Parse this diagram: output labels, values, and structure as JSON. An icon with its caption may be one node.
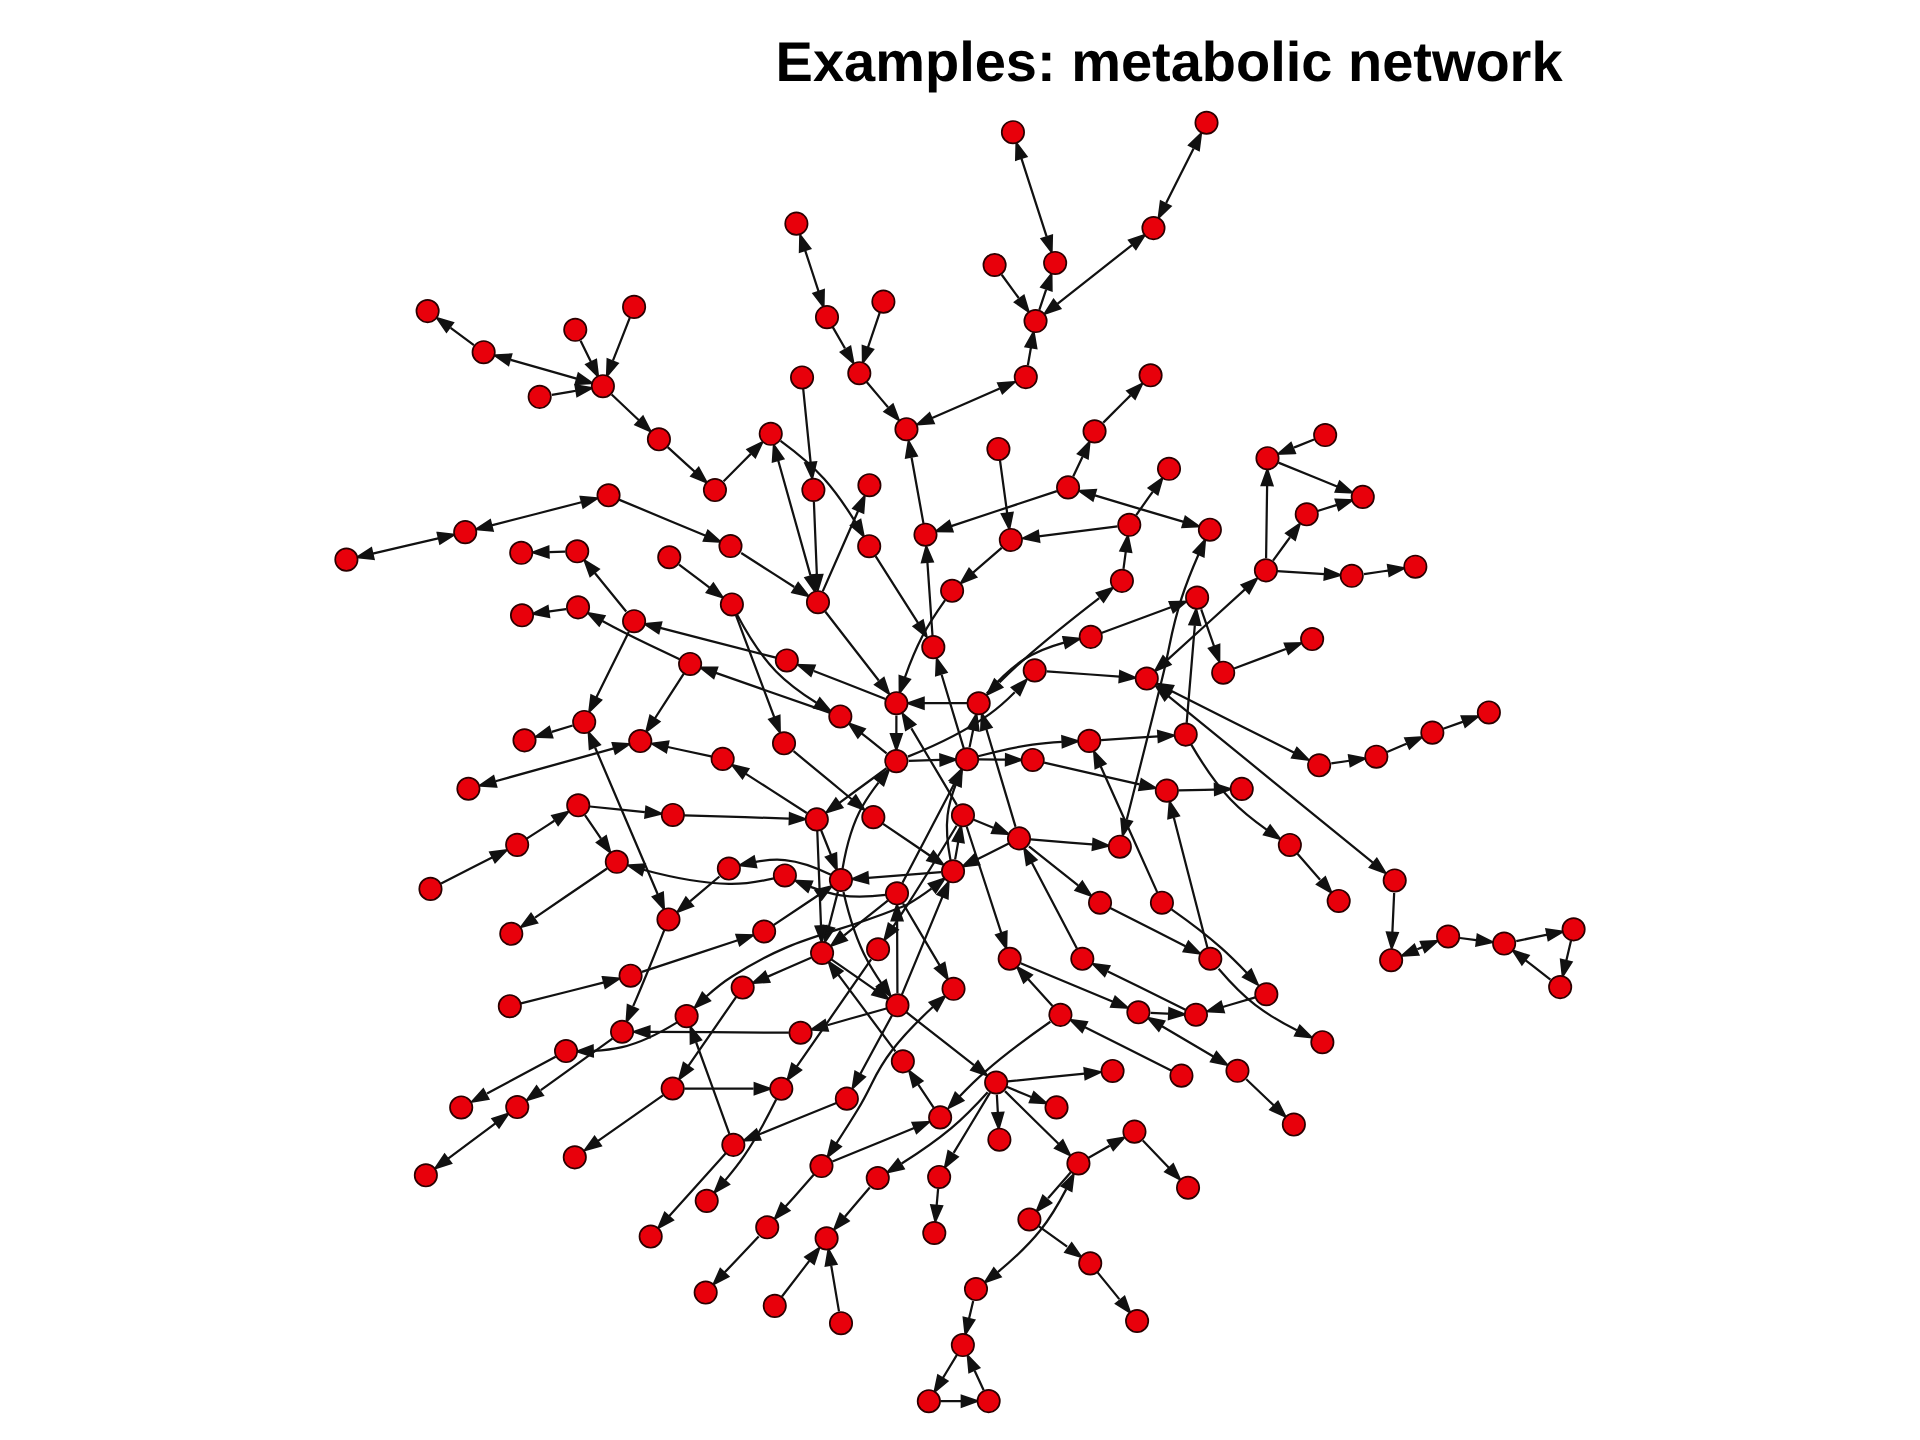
{
  "diagram": {
    "title": "Examples: metabolic network",
    "nodes": [
      {
        "text": [],
        "shape": "circle"
      },
      {
        "text": [],
        "shape": "circle"
      },
      {
        "text": [],
        "shape": "circle"
      },
      {
        "text": [],
        "shape": "circle"
      },
      {
        "text": [],
        "shape": "circle"
      },
      {
        "text": [],
        "shape": "circle"
      },
      {
        "text": [],
        "shape": "circle"
      },
      {
        "text": [],
        "shape": "circle"
      },
      {
        "text": [],
        "shape": "circle"
      },
      {
        "text": [],
        "shape": "circle"
      },
      {
        "text": [],
        "shape": "circle"
      },
      {
        "text": [],
        "shape": "circle"
      },
      {
        "text": [],
        "shape": "circle"
      },
      {
        "text": [],
        "shape": "circle"
      },
      {
        "text": [],
        "shape": "circle"
      },
      {
        "text": [],
        "shape": "circle"
      },
      {
        "text": [],
        "shape": "circle"
      },
      {
        "text": [],
        "shape": "circle"
      },
      {
        "text": [],
        "shape": "circle"
      },
      {
        "text": [],
        "shape": "circle"
      },
      {
        "text": [],
        "shape": "circle"
      },
      {
        "text": [],
        "shape": "circle"
      },
      {
        "text": [],
        "shape": "circle"
      },
      {
        "text": [],
        "shape": "circle"
      },
      {
        "text": [],
        "shape": "circle"
      },
      {
        "text": [],
        "shape": "circle"
      },
      {
        "text": [],
        "shape": "circle"
      },
      {
        "text": [],
        "shape": "circle"
      },
      {
        "text": [],
        "shape": "circle"
      },
      {
        "text": [],
        "shape": "circle"
      },
      {
        "text": [],
        "shape": "circle"
      },
      {
        "text": [],
        "shape": "circle"
      },
      {
        "text": [],
        "shape": "circle"
      },
      {
        "text": [],
        "shape": "circle"
      },
      {
        "text": [],
        "shape": "circle"
      },
      {
        "text": [],
        "shape": "circle"
      },
      {
        "text": [],
        "shape": "circle"
      },
      {
        "text": [],
        "shape": "circle"
      },
      {
        "text": [],
        "shape": "circle"
      },
      {
        "text": [],
        "shape": "circle"
      },
      {
        "text": [],
        "shape": "circle"
      },
      {
        "text": [],
        "shape": "circle"
      },
      {
        "text": [],
        "shape": "circle"
      },
      {
        "text": [],
        "shape": "circle"
      },
      {
        "text": [],
        "shape": "circle"
      },
      {
        "text": [],
        "shape": "circle"
      },
      {
        "text": [],
        "shape": "circle"
      },
      {
        "text": [],
        "shape": "circle"
      },
      {
        "text": [],
        "shape": "circle"
      },
      {
        "text": [],
        "shape": "circle"
      },
      {
        "text": [],
        "shape": "circle"
      },
      {
        "text": [],
        "shape": "circle"
      },
      {
        "text": [],
        "shape": "circle"
      },
      {
        "text": [],
        "shape": "circle"
      },
      {
        "text": [],
        "shape": "circle"
      },
      {
        "text": [],
        "shape": "circle"
      },
      {
        "text": [],
        "shape": "circle"
      },
      {
        "text": [],
        "shape": "circle"
      },
      {
        "text": [],
        "shape": "circle"
      },
      {
        "text": [],
        "shape": "circle"
      },
      {
        "text": [],
        "shape": "circle"
      },
      {
        "text": [],
        "shape": "circle"
      },
      {
        "text": [],
        "shape": "circle"
      },
      {
        "text": [],
        "shape": "circle"
      },
      {
        "text": [],
        "shape": "circle"
      },
      {
        "text": [],
        "shape": "circle"
      },
      {
        "text": [],
        "shape": "circle"
      },
      {
        "text": [],
        "shape": "circle"
      },
      {
        "text": [],
        "shape": "circle"
      },
      {
        "text": [],
        "shape": "circle"
      },
      {
        "text": [],
        "shape": "circle"
      },
      {
        "text": [],
        "shape": "circle"
      },
      {
        "text": [],
        "shape": "circle"
      },
      {
        "text": [],
        "shape": "circle"
      },
      {
        "text": [],
        "shape": "circle"
      },
      {
        "text": [],
        "shape": "circle"
      },
      {
        "text": [],
        "shape": "circle"
      },
      {
        "text": [],
        "shape": "circle"
      },
      {
        "text": [],
        "shape": "circle"
      },
      {
        "text": [],
        "shape": "circle"
      },
      {
        "text": [],
        "shape": "circle"
      },
      {
        "text": [],
        "shape": "circle"
      },
      {
        "text": [],
        "shape": "circle"
      },
      {
        "text": [],
        "shape": "circle"
      },
      {
        "text": [],
        "shape": "circle"
      },
      {
        "text": [],
        "shape": "circle"
      },
      {
        "text": [],
        "shape": "circle"
      },
      {
        "text": [],
        "shape": "circle"
      },
      {
        "text": [],
        "shape": "circle"
      },
      {
        "text": [],
        "shape": "circle"
      },
      {
        "text": [],
        "shape": "circle"
      },
      {
        "text": [],
        "shape": "circle"
      },
      {
        "text": [],
        "shape": "circle"
      },
      {
        "text": [],
        "shape": "circle"
      },
      {
        "text": [],
        "shape": "circle"
      },
      {
        "text": [],
        "shape": "circle"
      },
      {
        "text": [],
        "shape": "circle"
      },
      {
        "text": [],
        "shape": "circle"
      },
      {
        "text": [],
        "shape": "circle"
      },
      {
        "text": [],
        "shape": "circle"
      },
      {
        "text": [],
        "shape": "circle"
      },
      {
        "text": [],
        "shape": "circle"
      },
      {
        "text": [],
        "shape": "circle"
      },
      {
        "text": [],
        "shape": "circle"
      },
      {
        "text": [],
        "shape": "circle"
      },
      {
        "text": [],
        "shape": "circle"
      },
      {
        "text": [],
        "shape": "circle"
      },
      {
        "text": [],
        "shape": "circle"
      },
      {
        "text": [],
        "shape": "circle"
      },
      {
        "text": [],
        "shape": "circle"
      },
      {
        "text": [],
        "shape": "circle"
      },
      {
        "text": [],
        "shape": "circle"
      },
      {
        "text": [],
        "shape": "circle"
      },
      {
        "text": [],
        "shape": "circle"
      },
      {
        "text": [],
        "shape": "circle"
      },
      {
        "text": [],
        "shape": "circle"
      },
      {
        "text": [],
        "shape": "circle"
      },
      {
        "text": [],
        "shape": "circle"
      },
      {
        "text": [],
        "shape": "circle"
      },
      {
        "text": [],
        "shape": "circle"
      },
      {
        "text": [],
        "shape": "circle"
      },
      {
        "text": [],
        "shape": "circle"
      },
      {
        "text": [],
        "shape": "circle"
      },
      {
        "text": [],
        "shape": "circle"
      },
      {
        "text": [],
        "shape": "circle"
      },
      {
        "text": [],
        "shape": "circle"
      },
      {
        "text": [],
        "shape": "circle"
      },
      {
        "text": [],
        "shape": "circle"
      },
      {
        "text": [],
        "shape": "circle"
      },
      {
        "text": [],
        "shape": "circle"
      },
      {
        "text": [],
        "shape": "circle"
      },
      {
        "text": [],
        "shape": "circle"
      },
      {
        "text": [],
        "shape": "circle"
      },
      {
        "text": [],
        "shape": "circle"
      },
      {
        "text": [],
        "shape": "circle"
      },
      {
        "text": [],
        "shape": "circle"
      },
      {
        "text": [],
        "shape": "circle"
      },
      {
        "text": [],
        "shape": "circle"
      },
      {
        "text": [],
        "shape": "circle"
      },
      {
        "text": [],
        "shape": "circle"
      },
      {
        "text": [],
        "shape": "circle"
      },
      {
        "text": [],
        "shape": "circle"
      },
      {
        "text": [],
        "shape": "circle"
      },
      {
        "text": [],
        "shape": "circle"
      },
      {
        "text": [],
        "shape": "circle"
      },
      {
        "text": [],
        "shape": "circle"
      },
      {
        "text": [],
        "shape": "circle"
      },
      {
        "text": [],
        "shape": "circle"
      },
      {
        "text": [],
        "shape": "circle"
      },
      {
        "text": [],
        "shape": "circle"
      },
      {
        "text": [],
        "shape": "circle"
      },
      {
        "text": [],
        "shape": "circle"
      },
      {
        "text": [],
        "shape": "circle"
      },
      {
        "text": [],
        "shape": "circle"
      },
      {
        "text": [],
        "shape": "circle"
      },
      {
        "text": [],
        "shape": "circle"
      },
      {
        "text": [],
        "shape": "circle"
      },
      {
        "text": [],
        "shape": "circle"
      },
      {
        "text": [],
        "shape": "circle"
      },
      {
        "text": [],
        "shape": "circle"
      },
      {
        "text": [],
        "shape": "circle"
      },
      {
        "text": [],
        "shape": "circle"
      },
      {
        "text": [],
        "shape": "circle"
      },
      {
        "text": [],
        "shape": "circle"
      },
      {
        "text": [],
        "shape": "circle"
      },
      {
        "text": [],
        "shape": "circle"
      },
      {
        "text": [],
        "shape": "circle"
      },
      {
        "text": [],
        "shape": "circle"
      },
      {
        "text": [],
        "shape": "circle"
      }
    ],
    "edges": [
      {
        "from": 0,
        "to": 1,
        "arrow": "to"
      },
      {
        "from": 1,
        "to": 2,
        "arrow": "to"
      },
      {
        "from": 2,
        "to": 0,
        "arrow": "to"
      },
      {
        "from": 0,
        "to": 3,
        "arrow": "to"
      },
      {
        "from": 3,
        "to": 4,
        "arrow": "to"
      },
      {
        "from": 4,
        "to": 0,
        "arrow": "to"
      },
      {
        "from": 1,
        "to": 5,
        "arrow": "to"
      },
      {
        "from": 5,
        "to": 6,
        "arrow": "to"
      },
      {
        "from": 6,
        "to": 1,
        "arrow": "to"
      },
      {
        "from": 2,
        "to": 7,
        "arrow": "to"
      },
      {
        "from": 7,
        "to": 8,
        "arrow": "to"
      },
      {
        "from": 8,
        "to": 2,
        "arrow": "to"
      },
      {
        "from": 3,
        "to": 9,
        "arrow": "to"
      },
      {
        "from": 9,
        "to": 10,
        "arrow": "to"
      },
      {
        "from": 10,
        "to": 11,
        "arrow": "to"
      },
      {
        "from": 11,
        "to": 3,
        "arrow": "to"
      },
      {
        "from": 4,
        "to": 6,
        "arrow": "to"
      },
      {
        "from": 8,
        "to": 10,
        "arrow": "to"
      },
      {
        "from": 5,
        "to": 9,
        "arrow": "to"
      },
      {
        "from": 7,
        "to": 11,
        "arrow": "to"
      },
      {
        "from": 0,
        "to": 6,
        "arrow": "to"
      },
      {
        "from": 2,
        "to": 9,
        "arrow": "to"
      },
      {
        "from": 3,
        "to": 12,
        "arrow": "to"
      },
      {
        "from": 12,
        "to": 13,
        "arrow": "to"
      },
      {
        "from": 13,
        "to": 14,
        "arrow": "both"
      },
      {
        "from": 14,
        "to": 15,
        "arrow": "to"
      },
      {
        "from": 15,
        "to": 16,
        "arrow": "both"
      },
      {
        "from": 16,
        "to": 17,
        "arrow": "to"
      },
      {
        "from": 17,
        "to": 19,
        "arrow": "to"
      },
      {
        "from": 19,
        "to": 18,
        "arrow": "to"
      },
      {
        "from": 18,
        "to": 17,
        "arrow": "to"
      },
      {
        "from": 13,
        "to": 20,
        "arrow": "both"
      },
      {
        "from": 20,
        "to": 21,
        "arrow": "to"
      },
      {
        "from": 21,
        "to": 22,
        "arrow": "to"
      },
      {
        "from": 22,
        "to": 23,
        "arrow": "to"
      },
      {
        "from": 13,
        "to": 24,
        "arrow": "both"
      },
      {
        "from": 24,
        "to": 25,
        "arrow": "to"
      },
      {
        "from": 25,
        "to": 26,
        "arrow": "to"
      },
      {
        "from": 24,
        "to": 27,
        "arrow": "to"
      },
      {
        "from": 27,
        "to": 28,
        "arrow": "to"
      },
      {
        "from": 24,
        "to": 29,
        "arrow": "to"
      },
      {
        "from": 29,
        "to": 28,
        "arrow": "to"
      },
      {
        "from": 30,
        "to": 29,
        "arrow": "to"
      },
      {
        "from": 9,
        "to": 32,
        "arrow": "to"
      },
      {
        "from": 32,
        "to": 31,
        "arrow": "to"
      },
      {
        "from": 33,
        "to": 31,
        "arrow": "to"
      },
      {
        "from": 33,
        "to": 34,
        "arrow": "to"
      },
      {
        "from": 34,
        "to": 35,
        "arrow": "to"
      },
      {
        "from": 36,
        "to": 33,
        "arrow": "both"
      },
      {
        "from": 37,
        "to": 36,
        "arrow": "both"
      },
      {
        "from": 8,
        "to": 37,
        "arrow": "to"
      },
      {
        "from": 31,
        "to": 38,
        "arrow": "to"
      },
      {
        "from": 38,
        "to": 39,
        "arrow": "both"
      },
      {
        "from": 39,
        "to": 40,
        "arrow": "to"
      },
      {
        "from": 40,
        "to": 41,
        "arrow": "both"
      },
      {
        "from": 41,
        "to": 42,
        "arrow": "both"
      },
      {
        "from": 40,
        "to": 43,
        "arrow": "to"
      },
      {
        "from": 43,
        "to": 44,
        "arrow": "both"
      },
      {
        "from": 45,
        "to": 40,
        "arrow": "to"
      },
      {
        "from": 46,
        "to": 38,
        "arrow": "to"
      },
      {
        "from": 47,
        "to": 46,
        "arrow": "to"
      },
      {
        "from": 48,
        "to": 46,
        "arrow": "to"
      },
      {
        "from": 48,
        "to": 49,
        "arrow": "both"
      },
      {
        "from": 54,
        "to": 53,
        "arrow": "to"
      },
      {
        "from": 53,
        "to": 52,
        "arrow": "to"
      },
      {
        "from": 52,
        "to": 51,
        "arrow": "to"
      },
      {
        "from": 51,
        "to": 50,
        "arrow": "to"
      },
      {
        "from": 50,
        "to": 32,
        "arrow": "to"
      },
      {
        "from": 55,
        "to": 54,
        "arrow": "to"
      },
      {
        "from": 56,
        "to": 54,
        "arrow": "to"
      },
      {
        "from": 54,
        "to": 57,
        "arrow": "both"
      },
      {
        "from": 57,
        "to": 58,
        "arrow": "to"
      },
      {
        "from": 59,
        "to": 54,
        "arrow": "to"
      },
      {
        "from": 61,
        "to": 60,
        "arrow": "to"
      },
      {
        "from": 62,
        "to": 61,
        "arrow": "to"
      },
      {
        "from": 63,
        "to": 62,
        "arrow": "both"
      },
      {
        "from": 64,
        "to": 63,
        "arrow": "both"
      },
      {
        "from": 60,
        "to": 65,
        "arrow": "to"
      },
      {
        "from": 66,
        "to": 60,
        "arrow": "to"
      },
      {
        "from": 67,
        "to": 66,
        "arrow": "to"
      },
      {
        "from": 60,
        "to": 51,
        "arrow": "both"
      },
      {
        "from": 60,
        "to": 11,
        "arrow": "to"
      },
      {
        "from": 0,
        "to": 68,
        "arrow": "to"
      },
      {
        "from": 68,
        "to": 69,
        "arrow": "to"
      },
      {
        "from": 69,
        "to": 70,
        "arrow": "both"
      },
      {
        "from": 70,
        "to": 71,
        "arrow": "to"
      },
      {
        "from": 74,
        "to": 73,
        "arrow": "to"
      },
      {
        "from": 73,
        "to": 72,
        "arrow": "to"
      },
      {
        "from": 72,
        "to": 0,
        "arrow": "to"
      },
      {
        "from": 1,
        "to": 75,
        "arrow": "to"
      },
      {
        "from": 75,
        "to": 76,
        "arrow": "to"
      },
      {
        "from": 76,
        "to": 77,
        "arrow": "to"
      },
      {
        "from": 77,
        "to": 78,
        "arrow": "both"
      },
      {
        "from": 1,
        "to": 79,
        "arrow": "to"
      },
      {
        "from": 79,
        "to": 80,
        "arrow": "to"
      },
      {
        "from": 80,
        "to": 81,
        "arrow": "to"
      },
      {
        "from": 85,
        "to": 84,
        "arrow": "to"
      },
      {
        "from": 84,
        "to": 83,
        "arrow": "to"
      },
      {
        "from": 83,
        "to": 82,
        "arrow": "to"
      },
      {
        "from": 82,
        "to": 2,
        "arrow": "to"
      },
      {
        "from": 2,
        "to": 86,
        "arrow": "both"
      },
      {
        "from": 86,
        "to": 87,
        "arrow": "to"
      },
      {
        "from": 87,
        "to": 88,
        "arrow": "to"
      },
      {
        "from": 3,
        "to": 89,
        "arrow": "to"
      },
      {
        "from": 89,
        "to": 90,
        "arrow": "to"
      },
      {
        "from": 90,
        "to": 91,
        "arrow": "to"
      },
      {
        "from": 91,
        "to": 92,
        "arrow": "to"
      },
      {
        "from": 4,
        "to": 93,
        "arrow": "to"
      },
      {
        "from": 93,
        "to": 94,
        "arrow": "to"
      },
      {
        "from": 94,
        "to": 95,
        "arrow": "both"
      },
      {
        "from": 99,
        "to": 98,
        "arrow": "to"
      },
      {
        "from": 98,
        "to": 97,
        "arrow": "to"
      },
      {
        "from": 97,
        "to": 96,
        "arrow": "to"
      },
      {
        "from": 96,
        "to": 4,
        "arrow": "to"
      },
      {
        "from": 5,
        "to": 100,
        "arrow": "to"
      },
      {
        "from": 100,
        "to": 101,
        "arrow": "to"
      },
      {
        "from": 101,
        "to": 102,
        "arrow": "to"
      },
      {
        "from": 5,
        "to": 103,
        "arrow": "to"
      },
      {
        "from": 103,
        "to": 104,
        "arrow": "both"
      },
      {
        "from": 104,
        "to": 105,
        "arrow": "to"
      },
      {
        "from": 105,
        "to": 106,
        "arrow": "to"
      },
      {
        "from": 6,
        "to": 107,
        "arrow": "to"
      },
      {
        "from": 107,
        "to": 108,
        "arrow": "to"
      },
      {
        "from": 108,
        "to": 109,
        "arrow": "to"
      },
      {
        "from": 113,
        "to": 112,
        "arrow": "to"
      },
      {
        "from": 112,
        "to": 111,
        "arrow": "to"
      },
      {
        "from": 111,
        "to": 110,
        "arrow": "to"
      },
      {
        "from": 110,
        "to": 6,
        "arrow": "to"
      },
      {
        "from": 7,
        "to": 114,
        "arrow": "to"
      },
      {
        "from": 114,
        "to": 115,
        "arrow": "to"
      },
      {
        "from": 115,
        "to": 116,
        "arrow": "to"
      },
      {
        "from": 7,
        "to": 117,
        "arrow": "to"
      },
      {
        "from": 117,
        "to": 118,
        "arrow": "to"
      },
      {
        "from": 118,
        "to": 119,
        "arrow": "both"
      },
      {
        "from": 119,
        "to": 120,
        "arrow": "to"
      },
      {
        "from": 8,
        "to": 121,
        "arrow": "to"
      },
      {
        "from": 121,
        "to": 122,
        "arrow": "to"
      },
      {
        "from": 122,
        "to": 123,
        "arrow": "to"
      },
      {
        "from": 127,
        "to": 126,
        "arrow": "to"
      },
      {
        "from": 126,
        "to": 125,
        "arrow": "to"
      },
      {
        "from": 125,
        "to": 124,
        "arrow": "to"
      },
      {
        "from": 124,
        "to": 8,
        "arrow": "to"
      },
      {
        "from": 9,
        "to": 128,
        "arrow": "to"
      },
      {
        "from": 128,
        "to": 129,
        "arrow": "to"
      },
      {
        "from": 129,
        "to": 130,
        "arrow": "to"
      },
      {
        "from": 9,
        "to": 131,
        "arrow": "to"
      },
      {
        "from": 131,
        "to": 132,
        "arrow": "to"
      },
      {
        "from": 132,
        "to": 133,
        "arrow": "to"
      },
      {
        "from": 133,
        "to": 134,
        "arrow": "to"
      },
      {
        "from": 10,
        "to": 135,
        "arrow": "both"
      },
      {
        "from": 135,
        "to": 136,
        "arrow": "to"
      },
      {
        "from": 136,
        "to": 137,
        "arrow": "to"
      },
      {
        "from": 10,
        "to": 138,
        "arrow": "to"
      },
      {
        "from": 138,
        "to": 139,
        "arrow": "to"
      },
      {
        "from": 139,
        "to": 140,
        "arrow": "to"
      },
      {
        "from": 140,
        "to": 141,
        "arrow": "to"
      },
      {
        "from": 144,
        "to": 143,
        "arrow": "to"
      },
      {
        "from": 143,
        "to": 142,
        "arrow": "to"
      },
      {
        "from": 142,
        "to": 11,
        "arrow": "to"
      },
      {
        "from": 11,
        "to": 145,
        "arrow": "to"
      },
      {
        "from": 145,
        "to": 146,
        "arrow": "to"
      },
      {
        "from": 146,
        "to": 147,
        "arrow": "to"
      },
      {
        "from": 147,
        "to": 148,
        "arrow": "to"
      },
      {
        "from": 1,
        "to": 149,
        "arrow": "to"
      },
      {
        "from": 149,
        "to": 150,
        "arrow": "to"
      },
      {
        "from": 150,
        "to": 151,
        "arrow": "to"
      },
      {
        "from": 152,
        "to": 151,
        "arrow": "to"
      },
      {
        "from": 153,
        "to": 151,
        "arrow": "to"
      },
      {
        "from": 149,
        "to": 154,
        "arrow": "to"
      },
      {
        "from": 154,
        "to": 155,
        "arrow": "to"
      },
      {
        "from": 149,
        "to": 156,
        "arrow": "to"
      },
      {
        "from": 149,
        "to": 157,
        "arrow": "to"
      },
      {
        "from": 149,
        "to": 158,
        "arrow": "to"
      },
      {
        "from": 149,
        "to": 159,
        "arrow": "to"
      },
      {
        "from": 159,
        "to": 160,
        "arrow": "both"
      },
      {
        "from": 160,
        "to": 161,
        "arrow": "to"
      },
      {
        "from": 161,
        "to": 162,
        "arrow": "to"
      },
      {
        "from": 162,
        "to": 163,
        "arrow": "to"
      },
      {
        "from": 163,
        "to": 161,
        "arrow": "to"
      },
      {
        "from": 159,
        "to": 164,
        "arrow": "to"
      },
      {
        "from": 164,
        "to": 165,
        "arrow": "to"
      },
      {
        "from": 165,
        "to": 166,
        "arrow": "to"
      },
      {
        "from": 159,
        "to": 167,
        "arrow": "to"
      },
      {
        "from": 167,
        "to": 168,
        "arrow": "to"
      },
      {
        "from": 69,
        "to": 76,
        "arrow": "to"
      },
      {
        "from": 84,
        "to": 89,
        "arrow": "to"
      },
      {
        "from": 97,
        "to": 101,
        "arrow": "to"
      },
      {
        "from": 108,
        "to": 115,
        "arrow": "to"
      },
      {
        "from": 122,
        "to": 129,
        "arrow": "to"
      },
      {
        "from": 136,
        "to": 143,
        "arrow": "to"
      },
      {
        "from": 146,
        "to": 70,
        "arrow": "to"
      },
      {
        "from": 90,
        "to": 94,
        "arrow": "to"
      },
      {
        "from": 104,
        "to": 111,
        "arrow": "to"
      },
      {
        "from": 118,
        "to": 125,
        "arrow": "to"
      },
      {
        "from": 132,
        "to": 139,
        "arrow": "to"
      },
      {
        "from": 80,
        "to": 86,
        "arrow": "to"
      },
      {
        "from": 112,
        "to": 117,
        "arrow": "to"
      },
      {
        "from": 127,
        "to": 131,
        "arrow": "to"
      }
    ]
  }
}
